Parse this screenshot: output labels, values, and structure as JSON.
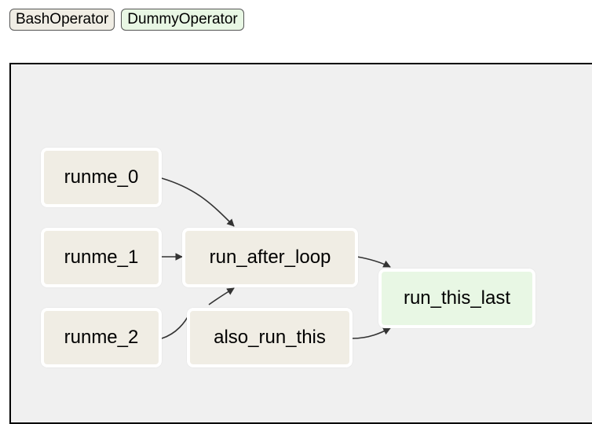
{
  "legend": {
    "items": [
      {
        "label": "BashOperator",
        "color": "#f0ede4"
      },
      {
        "label": "DummyOperator",
        "color": "#e8f7e4"
      }
    ]
  },
  "graph": {
    "nodes": {
      "runme_0": {
        "label": "runme_0",
        "operator": "BashOperator"
      },
      "runme_1": {
        "label": "runme_1",
        "operator": "BashOperator"
      },
      "runme_2": {
        "label": "runme_2",
        "operator": "BashOperator"
      },
      "run_after_loop": {
        "label": "run_after_loop",
        "operator": "BashOperator"
      },
      "also_run_this": {
        "label": "also_run_this",
        "operator": "BashOperator"
      },
      "run_this_last": {
        "label": "run_this_last",
        "operator": "DummyOperator"
      }
    },
    "edges": [
      {
        "from": "runme_0",
        "to": "run_after_loop"
      },
      {
        "from": "runme_1",
        "to": "run_after_loop"
      },
      {
        "from": "runme_2",
        "to": "run_after_loop"
      },
      {
        "from": "run_after_loop",
        "to": "run_this_last"
      },
      {
        "from": "also_run_this",
        "to": "run_this_last"
      }
    ],
    "colors": {
      "bash": "#f0ede4",
      "dummy": "#e8f7e4",
      "canvas": "#f0f0f0",
      "edge": "#333333"
    }
  }
}
